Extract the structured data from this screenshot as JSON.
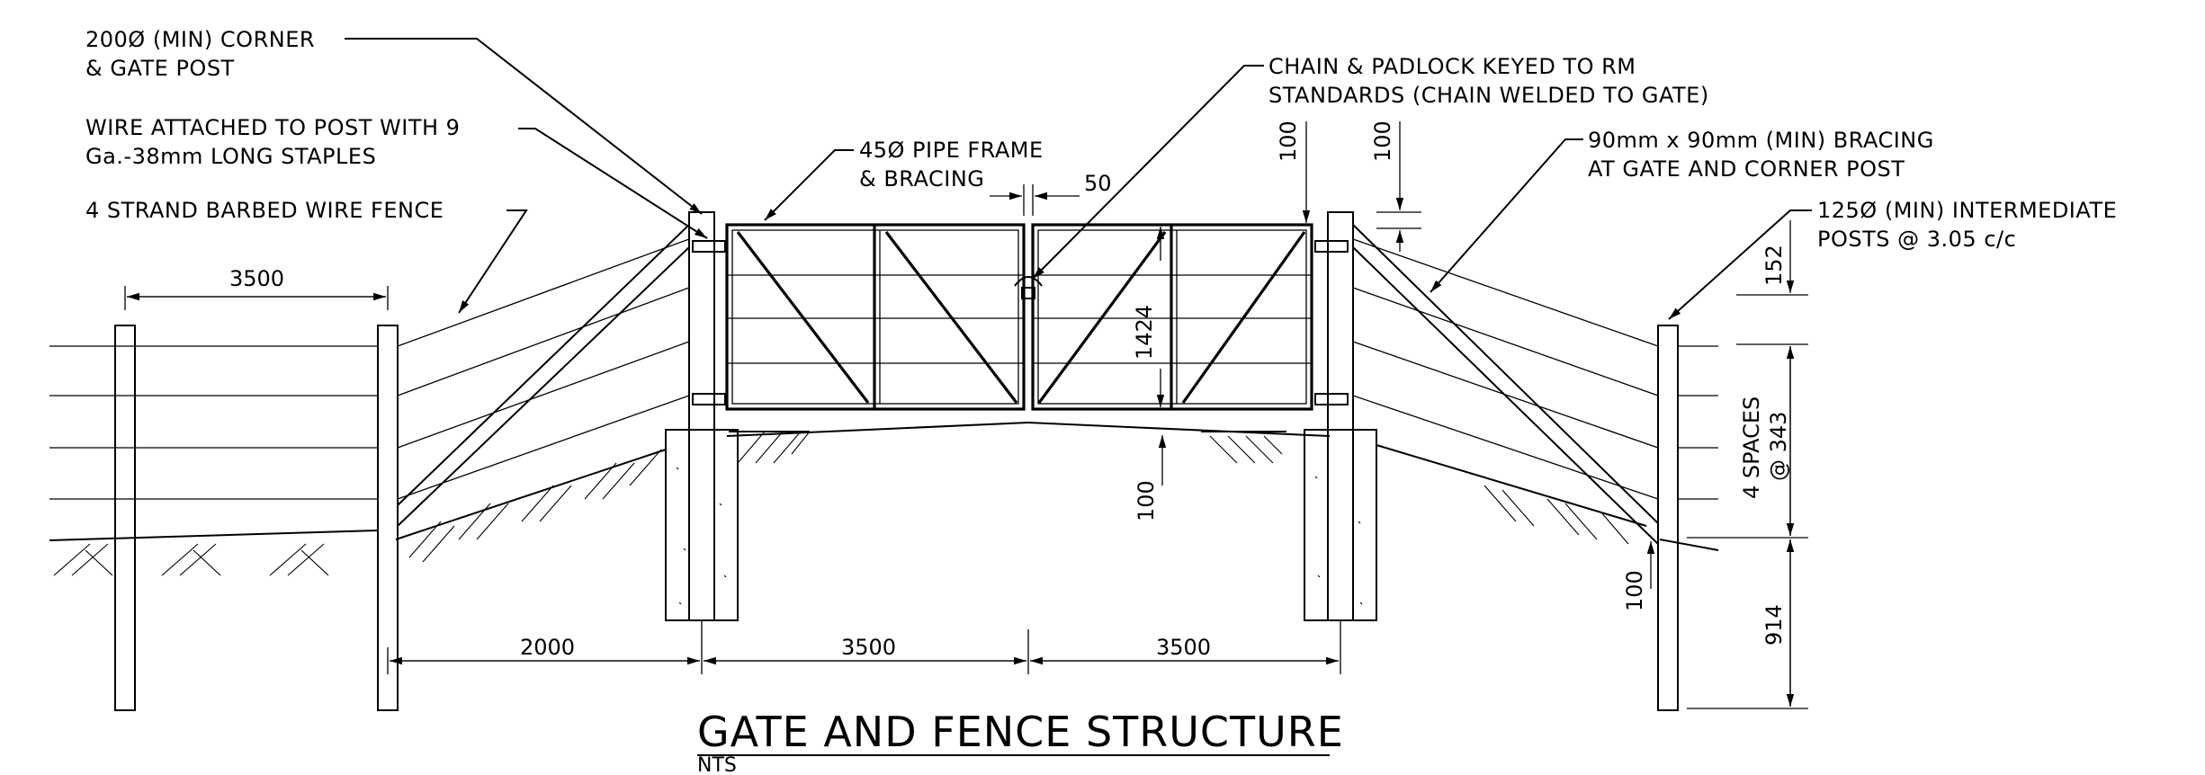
{
  "labels": {
    "corner_post_l1": "200Ø (MIN) CORNER",
    "corner_post_l2": "& GATE POST",
    "wire_l1": "WIRE ATTACHED TO POST WITH 9",
    "wire_l2": "Ga.-38mm LONG STAPLES",
    "barbed": "4 STRAND BARBED WIRE FENCE",
    "pipe_l1": "45Ø PIPE FRAME",
    "pipe_l2": "& BRACING",
    "chain_l1": "CHAIN & PADLOCK KEYED TO RM",
    "chain_l2": "STANDARDS (CHAIN WELDED TO GATE)",
    "bracing_l1": "90mm x 90mm (MIN) BRACING",
    "bracing_l2": "AT GATE AND CORNER POST",
    "inter_l1": "125Ø (MIN) INTERMEDIATE",
    "inter_l2": "POSTS @ 3.05 c/c"
  },
  "dimensions": {
    "d3500_top": "3500",
    "d50": "50",
    "d100_a": "100",
    "d100_b": "100",
    "d152": "152",
    "d1424": "1424",
    "spaces_l1": "4 SPACES",
    "spaces_l2": "@ 343",
    "d100_c": "100",
    "d100_d": "100",
    "d914": "914",
    "d2000": "2000",
    "d3500_mid": "3500",
    "d3500_right": "3500"
  },
  "title": "GATE AND FENCE STRUCTURE",
  "subtitle": "NTS"
}
